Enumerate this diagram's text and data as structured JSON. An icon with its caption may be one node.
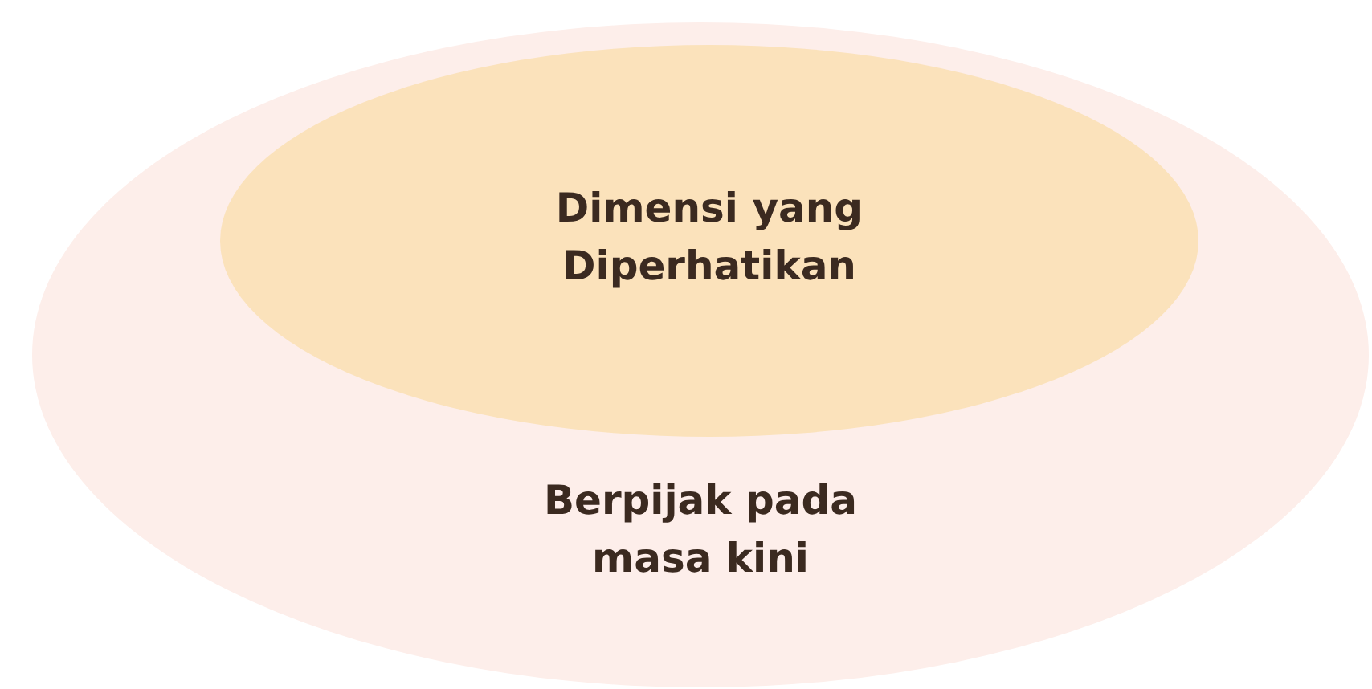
{
  "diagram": {
    "nodes": [
      {
        "text": [
          "Berpijak pada masa kini"
        ]
      },
      {
        "text": [
          "Dimensi yang Diperhatikan"
        ],
        "in": 0
      }
    ]
  }
}
